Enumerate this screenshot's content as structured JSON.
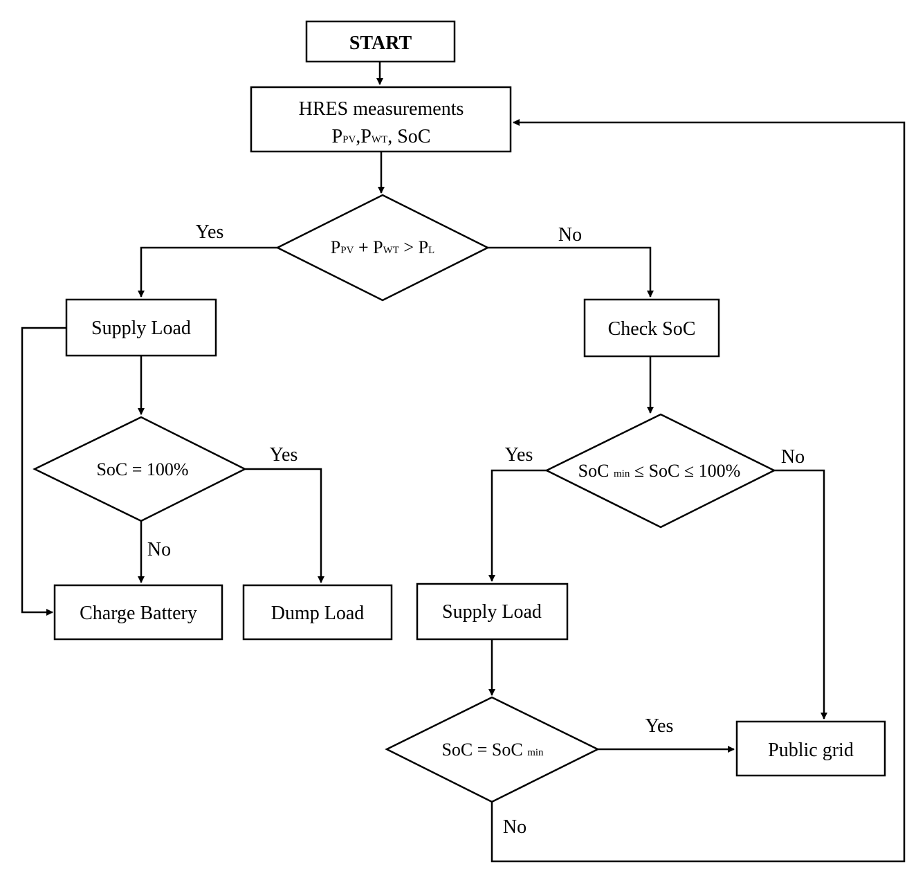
{
  "nodes": {
    "start": {
      "label": "START"
    },
    "measure": {
      "line1": "HRES measurements",
      "p": "P",
      "pv": "PV",
      "comma": ",",
      "wt": "WT",
      "rest": ", SoC"
    },
    "cond_power": {
      "p1": "P",
      "pv": "PV",
      "plus": " + P",
      "wt": "WT",
      "gt": " > P",
      "l": "L"
    },
    "supply_left": {
      "label": "Supply Load"
    },
    "cond_full": {
      "label": "SoC = 100%"
    },
    "charge": {
      "label": "Charge Battery"
    },
    "dump": {
      "label": "Dump Load"
    },
    "check": {
      "label": "Check SoC"
    },
    "cond_range": {
      "a": "SoC ",
      "min": "min",
      "b": " ≤ SoC ≤ 100%"
    },
    "supply_right": {
      "label": "Supply Load"
    },
    "cond_min": {
      "a": "SoC = SoC ",
      "min": "min"
    },
    "grid": {
      "label": "Public grid"
    }
  },
  "edge_labels": {
    "power_yes": "Yes",
    "power_no": "No",
    "full_yes": "Yes",
    "full_no": "No",
    "range_yes": "Yes",
    "range_no": "No",
    "min_yes": "Yes",
    "min_no": "No"
  }
}
